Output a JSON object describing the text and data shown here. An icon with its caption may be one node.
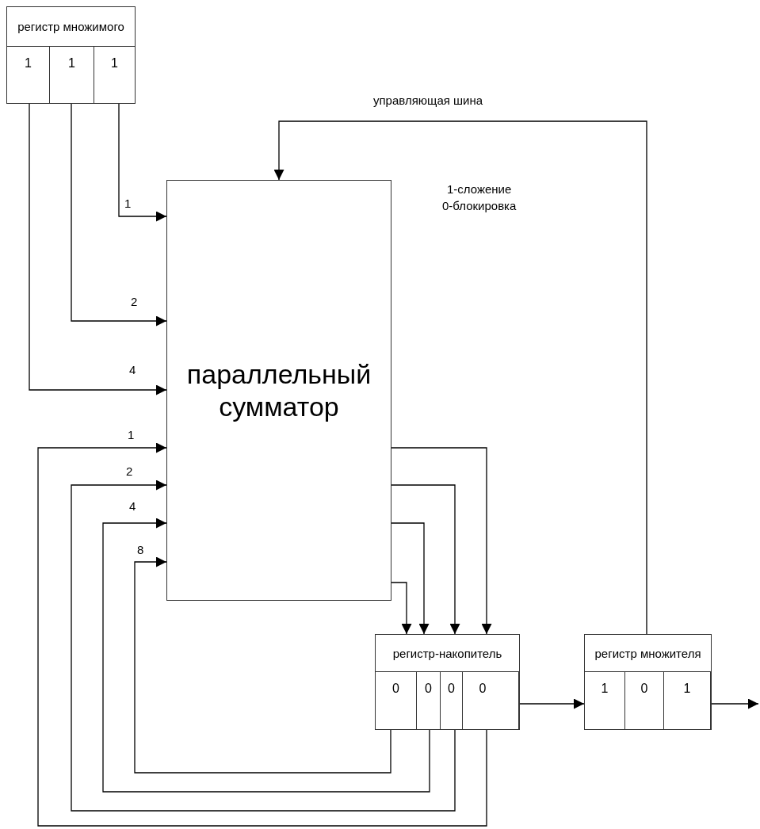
{
  "diagram": {
    "nodes": [
      {
        "text": [
          "регистр множимого"
        ]
      },
      {
        "text": [
          "1"
        ],
        "in": 0
      },
      {
        "text": [
          "1"
        ],
        "in": 0
      },
      {
        "text": [
          "1"
        ],
        "in": 0
      },
      {
        "text": [
          "параллельный сумматор"
        ]
      },
      {
        "text": [
          "регистр-накопитель"
        ]
      },
      {
        "text": [
          "0"
        ],
        "in": 5
      },
      {
        "text": [
          "0"
        ],
        "in": 5
      },
      {
        "text": [
          "0"
        ],
        "in": 5
      },
      {
        "text": [
          "0"
        ],
        "in": 5
      },
      {
        "text": [
          "регистр множителя"
        ]
      },
      {
        "text": [
          "1"
        ],
        "in": 10
      },
      {
        "text": [
          "0"
        ],
        "in": 10
      },
      {
        "text": [
          "1"
        ],
        "in": 10
      }
    ],
    "edges": [
      {
        "from": 3,
        "to": 4,
        "arrow": "to",
        "label": "1"
      },
      {
        "from": 2,
        "to": 4,
        "arrow": "to",
        "label": "2"
      },
      {
        "from": 1,
        "to": 4,
        "arrow": "to",
        "label": "4"
      },
      {
        "from": 9,
        "to": 4,
        "arrow": "to",
        "label": "1"
      },
      {
        "from": 8,
        "to": 4,
        "arrow": "to",
        "label": "2"
      },
      {
        "from": 7,
        "to": 4,
        "arrow": "to",
        "label": "4"
      },
      {
        "from": 6,
        "to": 4,
        "arrow": "to",
        "label": "8"
      },
      {
        "from": 4,
        "to": 5,
        "arrow": "to"
      },
      {
        "from": 4,
        "to": 5,
        "arrow": "to"
      },
      {
        "from": 4,
        "to": 5,
        "arrow": "to"
      },
      {
        "from": 4,
        "to": 5,
        "arrow": "to"
      },
      {
        "from": 5,
        "to": 10,
        "arrow": "to"
      },
      {
        "from": 10,
        "to": null,
        "arrow": "to"
      },
      {
        "from": 10,
        "to": 4,
        "arrow": "to",
        "label": "управляющая шина"
      }
    ],
    "labels": [
      "1-сложение",
      "0-блокировка"
    ]
  }
}
